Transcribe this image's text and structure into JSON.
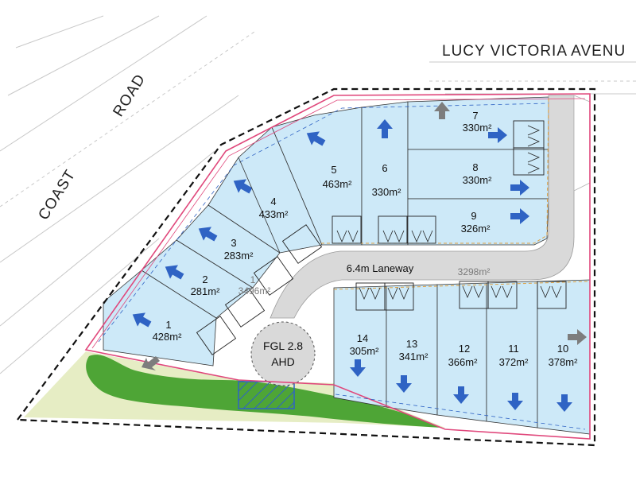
{
  "roads": {
    "coast_word": "COAST",
    "road_word": "ROAD",
    "lucy_victoria": "LUCY VICTORIA AVENU"
  },
  "laneway": {
    "label": "6.4m Laneway",
    "area": "3298m²"
  },
  "lot_one_area": "3496m²",
  "lot_one_number": "1",
  "fgl": {
    "line1": "FGL 2.8",
    "line2": "AHD"
  },
  "lots": [
    {
      "number": "1",
      "area": "428m²"
    },
    {
      "number": "2",
      "area": "281m²"
    },
    {
      "number": "3",
      "area": "283m²"
    },
    {
      "number": "4",
      "area": "433m²"
    },
    {
      "number": "5",
      "area": "463m²"
    },
    {
      "number": "6",
      "area": "330m²"
    },
    {
      "number": "7",
      "area": "330m²"
    },
    {
      "number": "8",
      "area": "330m²"
    },
    {
      "number": "9",
      "area": "326m²"
    },
    {
      "number": "10",
      "area": "378m²"
    },
    {
      "number": "11",
      "area": "372m²"
    },
    {
      "number": "12",
      "area": "366m²"
    },
    {
      "number": "13",
      "area": "341m²"
    },
    {
      "number": "14",
      "area": "305m²"
    }
  ],
  "colors": {
    "lot_fill": "#cde9f8",
    "arrow_blue": "#2f63c4",
    "arrow_grey": "#7d7d7d",
    "boundary_pink": "#e0487c",
    "laneway_grey": "#d9d9d9",
    "green_area": "#4ea536",
    "light_green": "#e6edc4"
  }
}
